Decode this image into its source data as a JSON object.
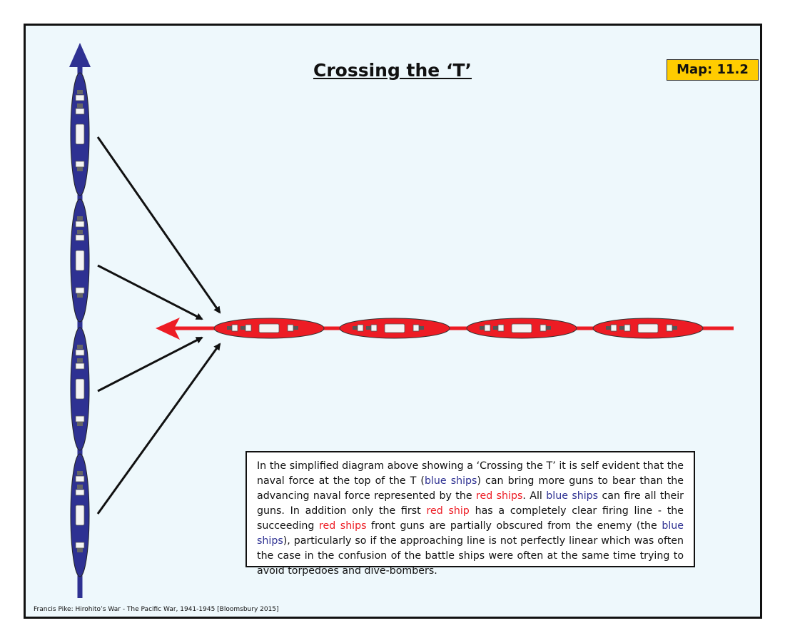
{
  "title": "Crossing the ‘T’",
  "badge": "Map: 11.2",
  "colors": {
    "blue_fleet": "#2e3192",
    "red_fleet": "#ed1c24",
    "badge": "#ffcc00",
    "background": "#eef8fc"
  },
  "note": {
    "segments": [
      {
        "text": "In the simplified diagram above showing a ‘Crossing the T’ it is self evident that the naval force at the top of the T (",
        "color": "default"
      },
      {
        "text": "blue ships",
        "color": "blue"
      },
      {
        "text": ") can bring more guns to bear than the advancing naval force represented by the ",
        "color": "default"
      },
      {
        "text": "red ships",
        "color": "red"
      },
      {
        "text": ".  All ",
        "color": "default"
      },
      {
        "text": "blue ships",
        "color": "blue"
      },
      {
        "text": " can fire all their guns.  In addition only the first ",
        "color": "default"
      },
      {
        "text": "red ship",
        "color": "red"
      },
      {
        "text": " has a completely clear firing line - the succeeding ",
        "color": "default"
      },
      {
        "text": "red ships",
        "color": "red"
      },
      {
        "text": " front guns are partially obscured from the enemy (the ",
        "color": "default"
      },
      {
        "text": "blue ships",
        "color": "blue"
      },
      {
        "text": "), particularly so if the approaching line is not perfectly linear which was often the case in the confusion of the battle ships were often at the same time trying to avoid torpedoes and dive-bombers.",
        "color": "default"
      }
    ]
  },
  "credit": "Francis Pike:  Hirohito’s War - The Pacific War, 1941-1945   [Bloomsbury 2015]",
  "fleets": {
    "blue_ship_count": 4,
    "red_ship_count": 4,
    "fire_lines": 4
  }
}
